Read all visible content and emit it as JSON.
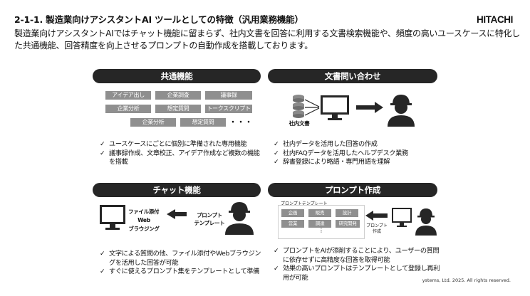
{
  "header": {
    "title": "2-1-1. 製造業向けアシスタントAI ツールとしての特徴（汎用業務機能）",
    "logo": "HITACHI",
    "lead": "製造業向けアシスタントAIではチャット機能に留まらず、社内文書を回答に利用する文書検索機能や、頻度の高いユースケースに特化した共通機能、回答精度を向上させるプロンプトの自動作成を搭載しております。"
  },
  "panels": {
    "common": {
      "title": "共通機能",
      "tags": [
        "アイデア出し",
        "企業調査",
        "議事録",
        "企業分析",
        "想定質問",
        "トークスクリプト",
        "企業分析",
        "想定質問"
      ],
      "ellipsis": "・・・",
      "bullets": [
        "ユースケースにごとに個別に準備された専用機能",
        "議事録作成、文章校正、アイデア作成など複数の機能を搭載"
      ]
    },
    "docs": {
      "title": "文書問い合わせ",
      "db_label": "社内文書",
      "bullets": [
        "社内データを活用した回答の作成",
        "社内FAQデータを活用したヘルプデスク業務",
        "辞書登録により略語・専門用語を理解"
      ]
    },
    "chat": {
      "title": "チャット機能",
      "attach_label": "ファイル添付",
      "web_label": "Web",
      "browsing_label": "ブラウジング",
      "prompt_label": "プロンプト",
      "template_label": "テンプレート",
      "bullets": [
        "文字による質問の他、ファイル添付やWebブラウジングを活用した回答が可能",
        "すぐに使えるプロンプト集をテンプレートとして準備"
      ]
    },
    "prompt": {
      "title": "プロンプト作成",
      "template_title": "プロンプトテンプレート",
      "tags": [
        "企画",
        "販売",
        "設計",
        "営業",
        "調達",
        "研究開発"
      ],
      "ellipsis": "⋮",
      "creation_label_1": "プロンプト",
      "creation_label_2": "作成",
      "bullets": [
        "プロンプトをAIが添削することにより、ユーザーの質問に依存せずに高精度な回答を取得可能",
        "効果の高いプロンプトはテンプレートとして登録し再利用が可能"
      ]
    }
  },
  "footer": {
    "copyright": "ystems, Ltd. 2025. All rights reserved."
  },
  "colors": {
    "pill": "#262626",
    "tag": "#8f8f8f",
    "icon": "#262626",
    "db": "#8a8a8a"
  },
  "icons": [
    "worker-icon",
    "monitor-icon",
    "database-icon",
    "arrow-icon",
    "checkmark-icon"
  ]
}
